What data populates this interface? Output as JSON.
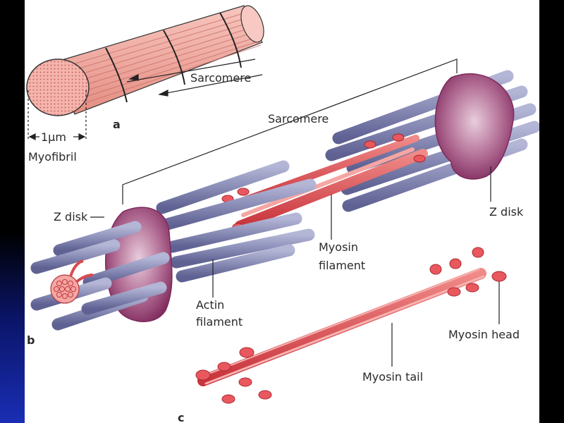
{
  "labels": {
    "a": "a",
    "b": "b",
    "c": "c",
    "sarcomere_top": "Sarcomere",
    "sarcomere_mid": "Sarcomere",
    "one_um": "1µm",
    "myofibril": "Myofibril",
    "z_disk_left": "Z disk",
    "z_disk_right": "Z disk",
    "myosin_filament_1": "Myosin",
    "myosin_filament_2": "filament",
    "actin_filament_1": "Actin",
    "actin_filament_2": "filament",
    "myosin_head": "Myosin head",
    "myosin_tail": "Myosin tail"
  },
  "colors": {
    "myofibril": "#f2a9a0",
    "actin": "#8c8fb8",
    "myosin": "#e0565c",
    "z_disk": "#a24a78"
  }
}
